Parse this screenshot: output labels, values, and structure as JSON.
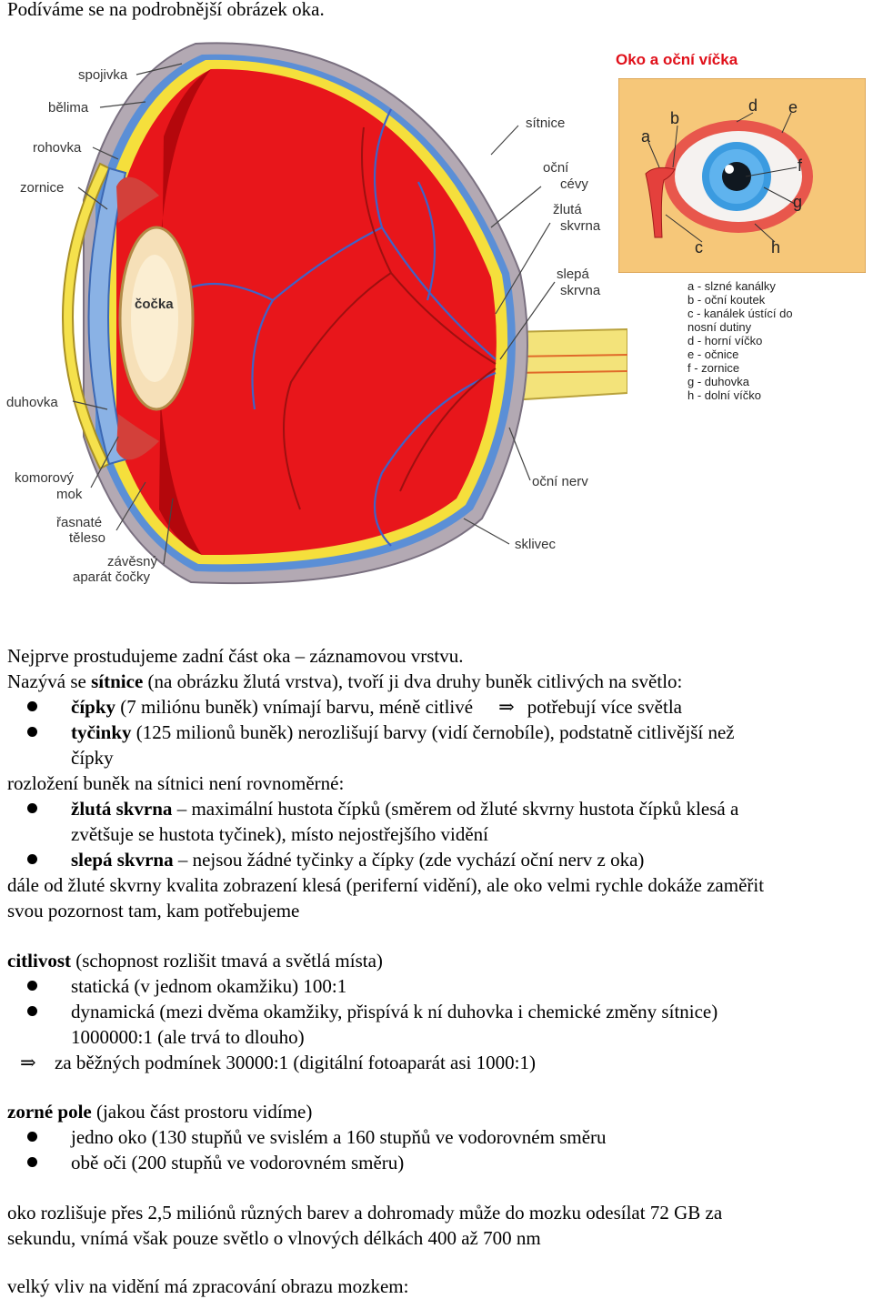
{
  "intro": "Podíváme se na podrobnější obrázek oka.",
  "figure_main": {
    "labels": {
      "spojivka": "spojivka",
      "belima": "bělima",
      "rohovka": "rohovka",
      "zornice": "zornice",
      "cocka": "čočka",
      "duhovka": "duhovka",
      "komorovy1": "komorový",
      "komorovy2": "mok",
      "rasnate1": "řasnaté",
      "rasnate2": "těleso",
      "zavesny1": "závěsný",
      "zavesny2": "aparát čočky",
      "sitnice": "sítnice",
      "ocni_cevy1": "oční",
      "ocni_cevy2": "cévy",
      "zluta1": "žlutá",
      "zluta2": "skvrna",
      "slepa1": "slepá",
      "slepa2": "skrvna",
      "ocni_nerv": "oční nerv",
      "sklivec": "sklivec"
    }
  },
  "figure_eyelid": {
    "title": "Oko a oční víčka",
    "letters": {
      "a": "a",
      "b": "b",
      "c": "c",
      "d": "d",
      "e": "e",
      "f": "f",
      "g": "g",
      "h": "h"
    },
    "legend": [
      "a - slzné kanálky",
      "b - oční koutek",
      "c - kanálek ústící do",
      "nosní dutiny",
      "d - horní víčko",
      "e - očnice",
      "f - zornice",
      "g - duhovka",
      "h - dolní víčko"
    ]
  },
  "text": {
    "l1": "Nejprve prostudujeme zadní část oka – záznamovou vrstvu.",
    "l2a": "Nazývá se ",
    "l2b": "sítnice",
    "l2c": " (na obrázku žlutá vrstva), tvoří ji dva druhy buněk citlivých na světlo:",
    "b1a": "čípky",
    "b1b": " (7 miliónu buněk) vnímají barvu, méně citlivé",
    "b1arrow": "⇒",
    "b1c": "potřebují více světla",
    "b2a": "tyčinky",
    "b2b": " (125 milionů buněk) nerozlišují barvy (vidí černobíle), podstatně citlivější než",
    "b2c": "čípky",
    "l3": "rozložení buněk na sítnici není rovnoměrné:",
    "b3a": "žlutá skvrna",
    "b3b": " – maximální hustota čípků (směrem od žluté skvrny hustota čípků klesá a",
    "b3c": "zvětšuje se hustota tyčinek), místo nejostřejšího vidění",
    "b4a": "slepá skvrna",
    "b4b": " – nejsou žádné tyčinky a čípky (zde vychází oční nerv z oka)",
    "l4": "dále od žluté skvrny kvalita zobrazení klesá (periferní vidění), ale oko velmi rychle dokáže zaměřit",
    "l5": "svou pozornost tam, kam potřebujeme",
    "l6a": "citlivost",
    "l6b": " (schopnost rozlišit tmavá a světlá místa)",
    "b5": "statická (v jednom okamžiku) 100:1",
    "b6a": "dynamická (mezi dvěma okamžiky, přispívá k ní duhovka i chemické změny sítnice)",
    "b6b": "1000000:1 (ale trvá to dlouho)",
    "arrow1": "⇒",
    "l7": "za běžných podmínek 30000:1 (digitální fotoaparát asi 1000:1)",
    "l8a": "zorné pole",
    "l8b": " (jakou část prostoru vidíme)",
    "b7": "jedno oko (130 stupňů ve svislém a 160 stupňů ve vodorovném směru",
    "b8": "obě oči (200 stupňů ve vodorovném směru)",
    "l9": "oko rozlišuje přes 2,5 miliónů různých barev a dohromady může do mozku odesílat 72 GB za",
    "l10": "sekundu, vnímá však pouze světlo o vlnových délkách 400 až 700 nm",
    "l11": "velký vliv na vidění má zpracování obrazu mozkem:"
  }
}
